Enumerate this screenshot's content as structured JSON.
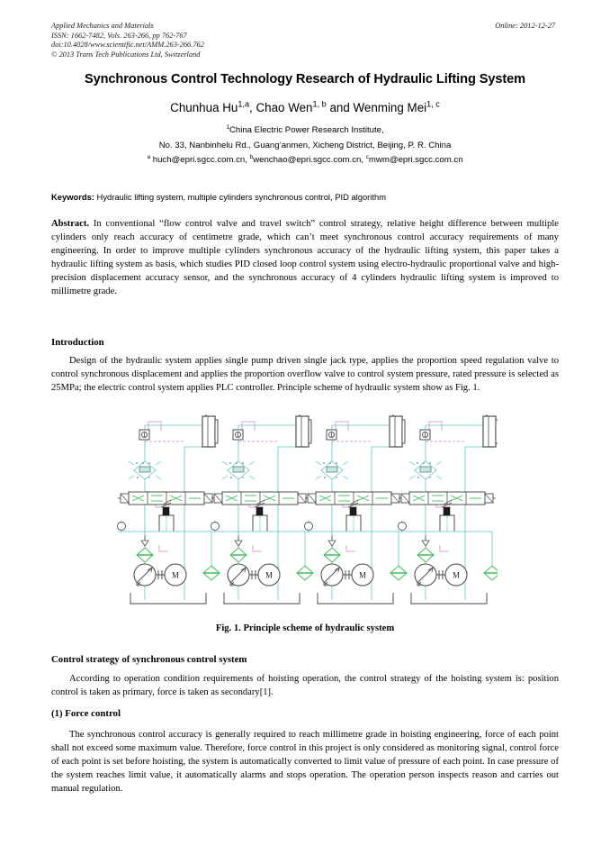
{
  "masthead": {
    "journal": "Applied Mechanics and Materials",
    "issn": "ISSN: 1662-7482, Vols. 263-266, pp 762-767",
    "doi": "doi:10.4028/www.scientific.net/AMM.263-266.762",
    "copyright": "© 2013 Trans Tech Publications Ltd, Switzerland",
    "online": "Online: 2012-12-27"
  },
  "title": "Synchronous Control Technology Research of Hydraulic Lifting System",
  "authors": {
    "a1_name": "Chunhua Hu",
    "a1_sup": "1,a",
    "sep1": ", ",
    "a2_name": "Chao Wen",
    "a2_sup": "1, b",
    "sep2": " and ",
    "a3_name": "Wenming Mei",
    "a3_sup": "1, c"
  },
  "affiliation": {
    "sup1": "1",
    "institute": "China Electric Power Research Institute,",
    "address": "No. 33, Nanbinhelu Rd., Guang’anmen, Xicheng District, Beijing, P. R. China",
    "email_a_sup": "a",
    "email_a": " huch@epri.sgcc.com.cn, ",
    "email_b_sup": "b",
    "email_b": "wenchao@epri.sgcc.com.cn, ",
    "email_c_sup": "c",
    "email_c": "mwm@epri.sgcc.com.cn"
  },
  "keywords": {
    "label": "Keywords:",
    "text": " Hydraulic lifting system, multiple cylinders synchronous control, PID algorithm"
  },
  "abstract": {
    "label": "Abstract.",
    "text": " In conventional “flow control valve and travel switch” control strategy, relative height difference between multiple cylinders only reach accuracy of centimetre grade, which can’t meet synchronous control accuracy requirements of many engineering. In order to improve multiple cylinders synchronous accuracy of the hydraulic lifting system, this paper takes a hydraulic lifting system as basis, which studies PID closed loop control system using electro-hydraulic proportional valve and high-precision displacement accuracy sensor, and the synchronous accuracy of 4 cylinders hydraulic lifting system is improved to millimetre grade."
  },
  "sections": {
    "introduction_head": "Introduction",
    "introduction_par": "Design of the hydraulic system applies single pump driven single jack type, applies the proportion speed regulation valve to control synchronous displacement and applies the proportion overflow valve to control system pressure, rated pressure is selected as 25MPa; the electric control system applies PLC controller. Principle scheme of hydraulic system show as Fig. 1.",
    "strategy_head": "Control strategy of synchronous control system",
    "strategy_par": "According to operation condition requirements of hoisting operation, the control strategy of the hoisting system is: position control is taken as primary, force is taken as secondary[1].",
    "force_head": "(1) Force control",
    "force_par": "The synchronous control accuracy is generally required to reach millimetre grade in hoisting engineering, force of each point shall not exceed some maximum value. Therefore, force control in this project is only considered as monitoring signal, control force of each point is set before hoisting, the system is automatically converted to limit value of pressure of each point. In case pressure of the system reaches limit value, it automatically alarms and stops operation. The operation person inspects reason and carries out manual regulation."
  },
  "figure": {
    "caption": "Fig. 1. Principle scheme of hydraulic system",
    "module_count": 4,
    "components": [
      "hydraulic-cylinder",
      "pressure-sensor",
      "proportional-flow-control-valve",
      "directional-control-valve",
      "proportional-relief-valve",
      "filter",
      "variable-displacement-pump",
      "electric-motor",
      "check-valve",
      "tank"
    ],
    "colors": {
      "pipe": "#7fd4d4",
      "electric": "#d9a3d9",
      "valve_green": "#3fbf5f",
      "outline": "#4d4d4d",
      "tank_rail": "#6b6b6b"
    }
  }
}
